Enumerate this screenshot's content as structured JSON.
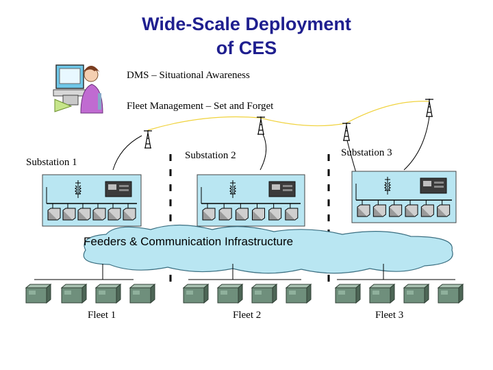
{
  "title": {
    "line1": "Wide-Scale Deployment",
    "line2": "of CES"
  },
  "labels": {
    "dms": "DMS – Situational Awareness",
    "fleet_mgmt": "Fleet Management – Set and Forget",
    "feeders": "Feeders & Communication Infrastructure"
  },
  "substations": [
    {
      "label": "Substation 1"
    },
    {
      "label": "Substation 2"
    },
    {
      "label": "Substation 3"
    }
  ],
  "fleets": [
    {
      "label": "Fleet 1"
    },
    {
      "label": "Fleet 2"
    },
    {
      "label": "Fleet 3"
    }
  ],
  "colors": {
    "title": "#1f1f8f",
    "substation_fill": "#b9e6f2",
    "cloud_fill": "#b9e6f2",
    "comm_wire": "#f0d23c",
    "fleet_unit": "#6f8f7c"
  },
  "icons": {
    "operator": "operator-at-computer-icon",
    "tower": "radio-tower-icon",
    "transformer": "transformer-icon",
    "controller": "substation-controller-icon",
    "feeder_switch": "feeder-switch-icon",
    "storage_unit": "energy-storage-unit-icon"
  }
}
